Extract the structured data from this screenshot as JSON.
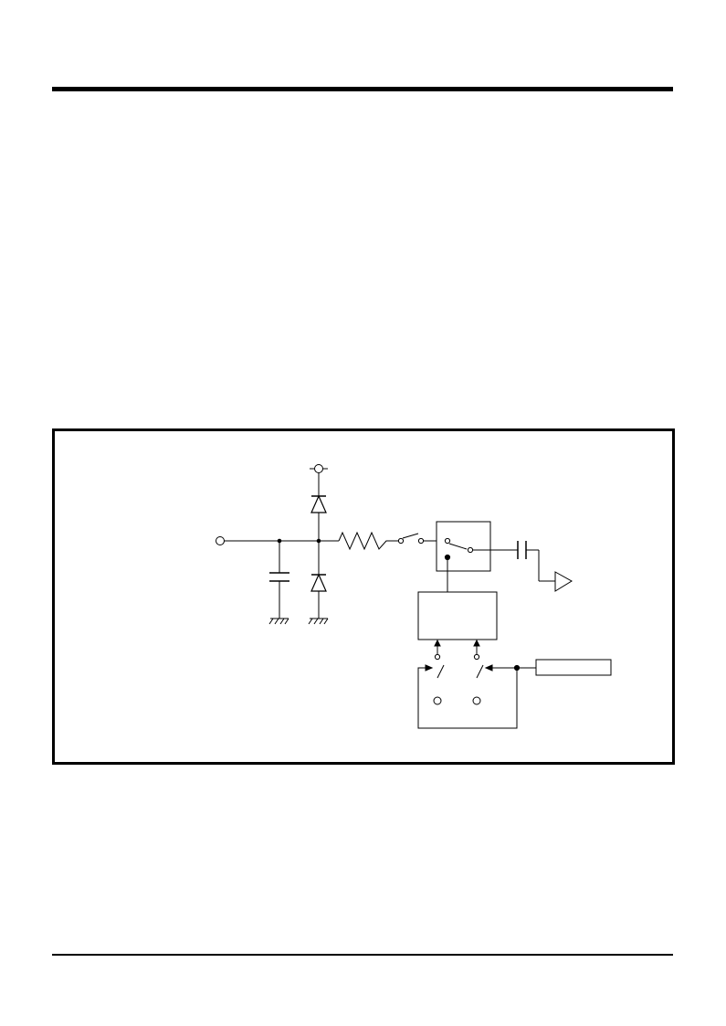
{
  "page": {
    "background": "#ffffff",
    "line_color": "#000000"
  },
  "diagram": {
    "components": [
      "input-terminal",
      "supply-terminal",
      "upper-diode",
      "lower-diode",
      "shunt-capacitor",
      "series-resistor",
      "input-switch",
      "sample-switch-block",
      "coupling-capacitor",
      "buffer-amplifier",
      "control-block",
      "selector-switch-box",
      "control-signal-box"
    ]
  }
}
